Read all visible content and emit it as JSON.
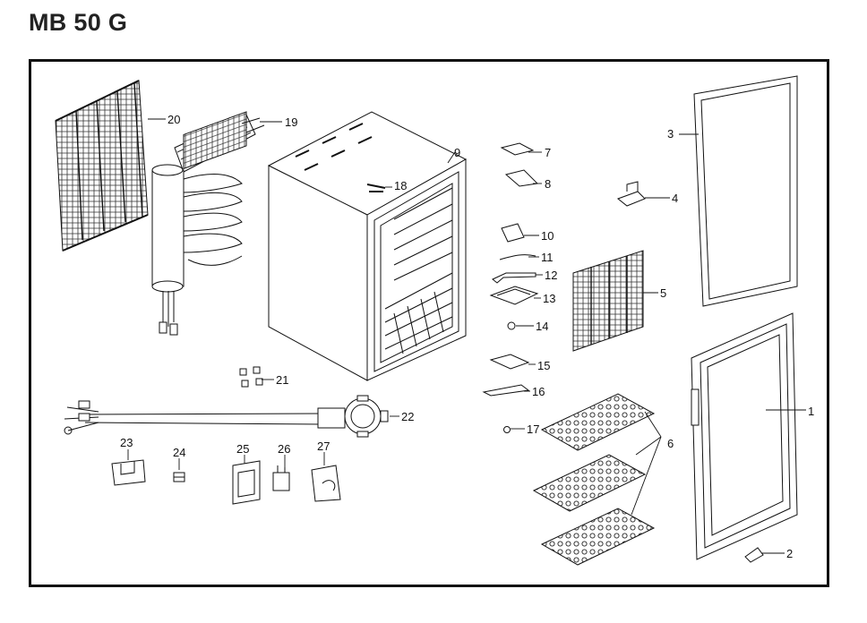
{
  "title": "MB 50 G",
  "colors": {
    "ink": "#111111",
    "title": "#222222",
    "frame": "#111111"
  },
  "callouts": {
    "c1": "1",
    "c2": "2",
    "c3": "3",
    "c4": "4",
    "c5": "5",
    "c6": "6",
    "c7": "7",
    "c8": "8",
    "c9": "9",
    "c10": "10",
    "c11": "11",
    "c12": "12",
    "c13": "13",
    "c14": "14",
    "c15": "15",
    "c16": "16",
    "c17": "17",
    "c18": "18",
    "c19": "19",
    "c20": "20",
    "c21": "21",
    "c22": "22",
    "c23": "23",
    "c24": "24",
    "c25": "25",
    "c26": "26",
    "c27": "27"
  }
}
